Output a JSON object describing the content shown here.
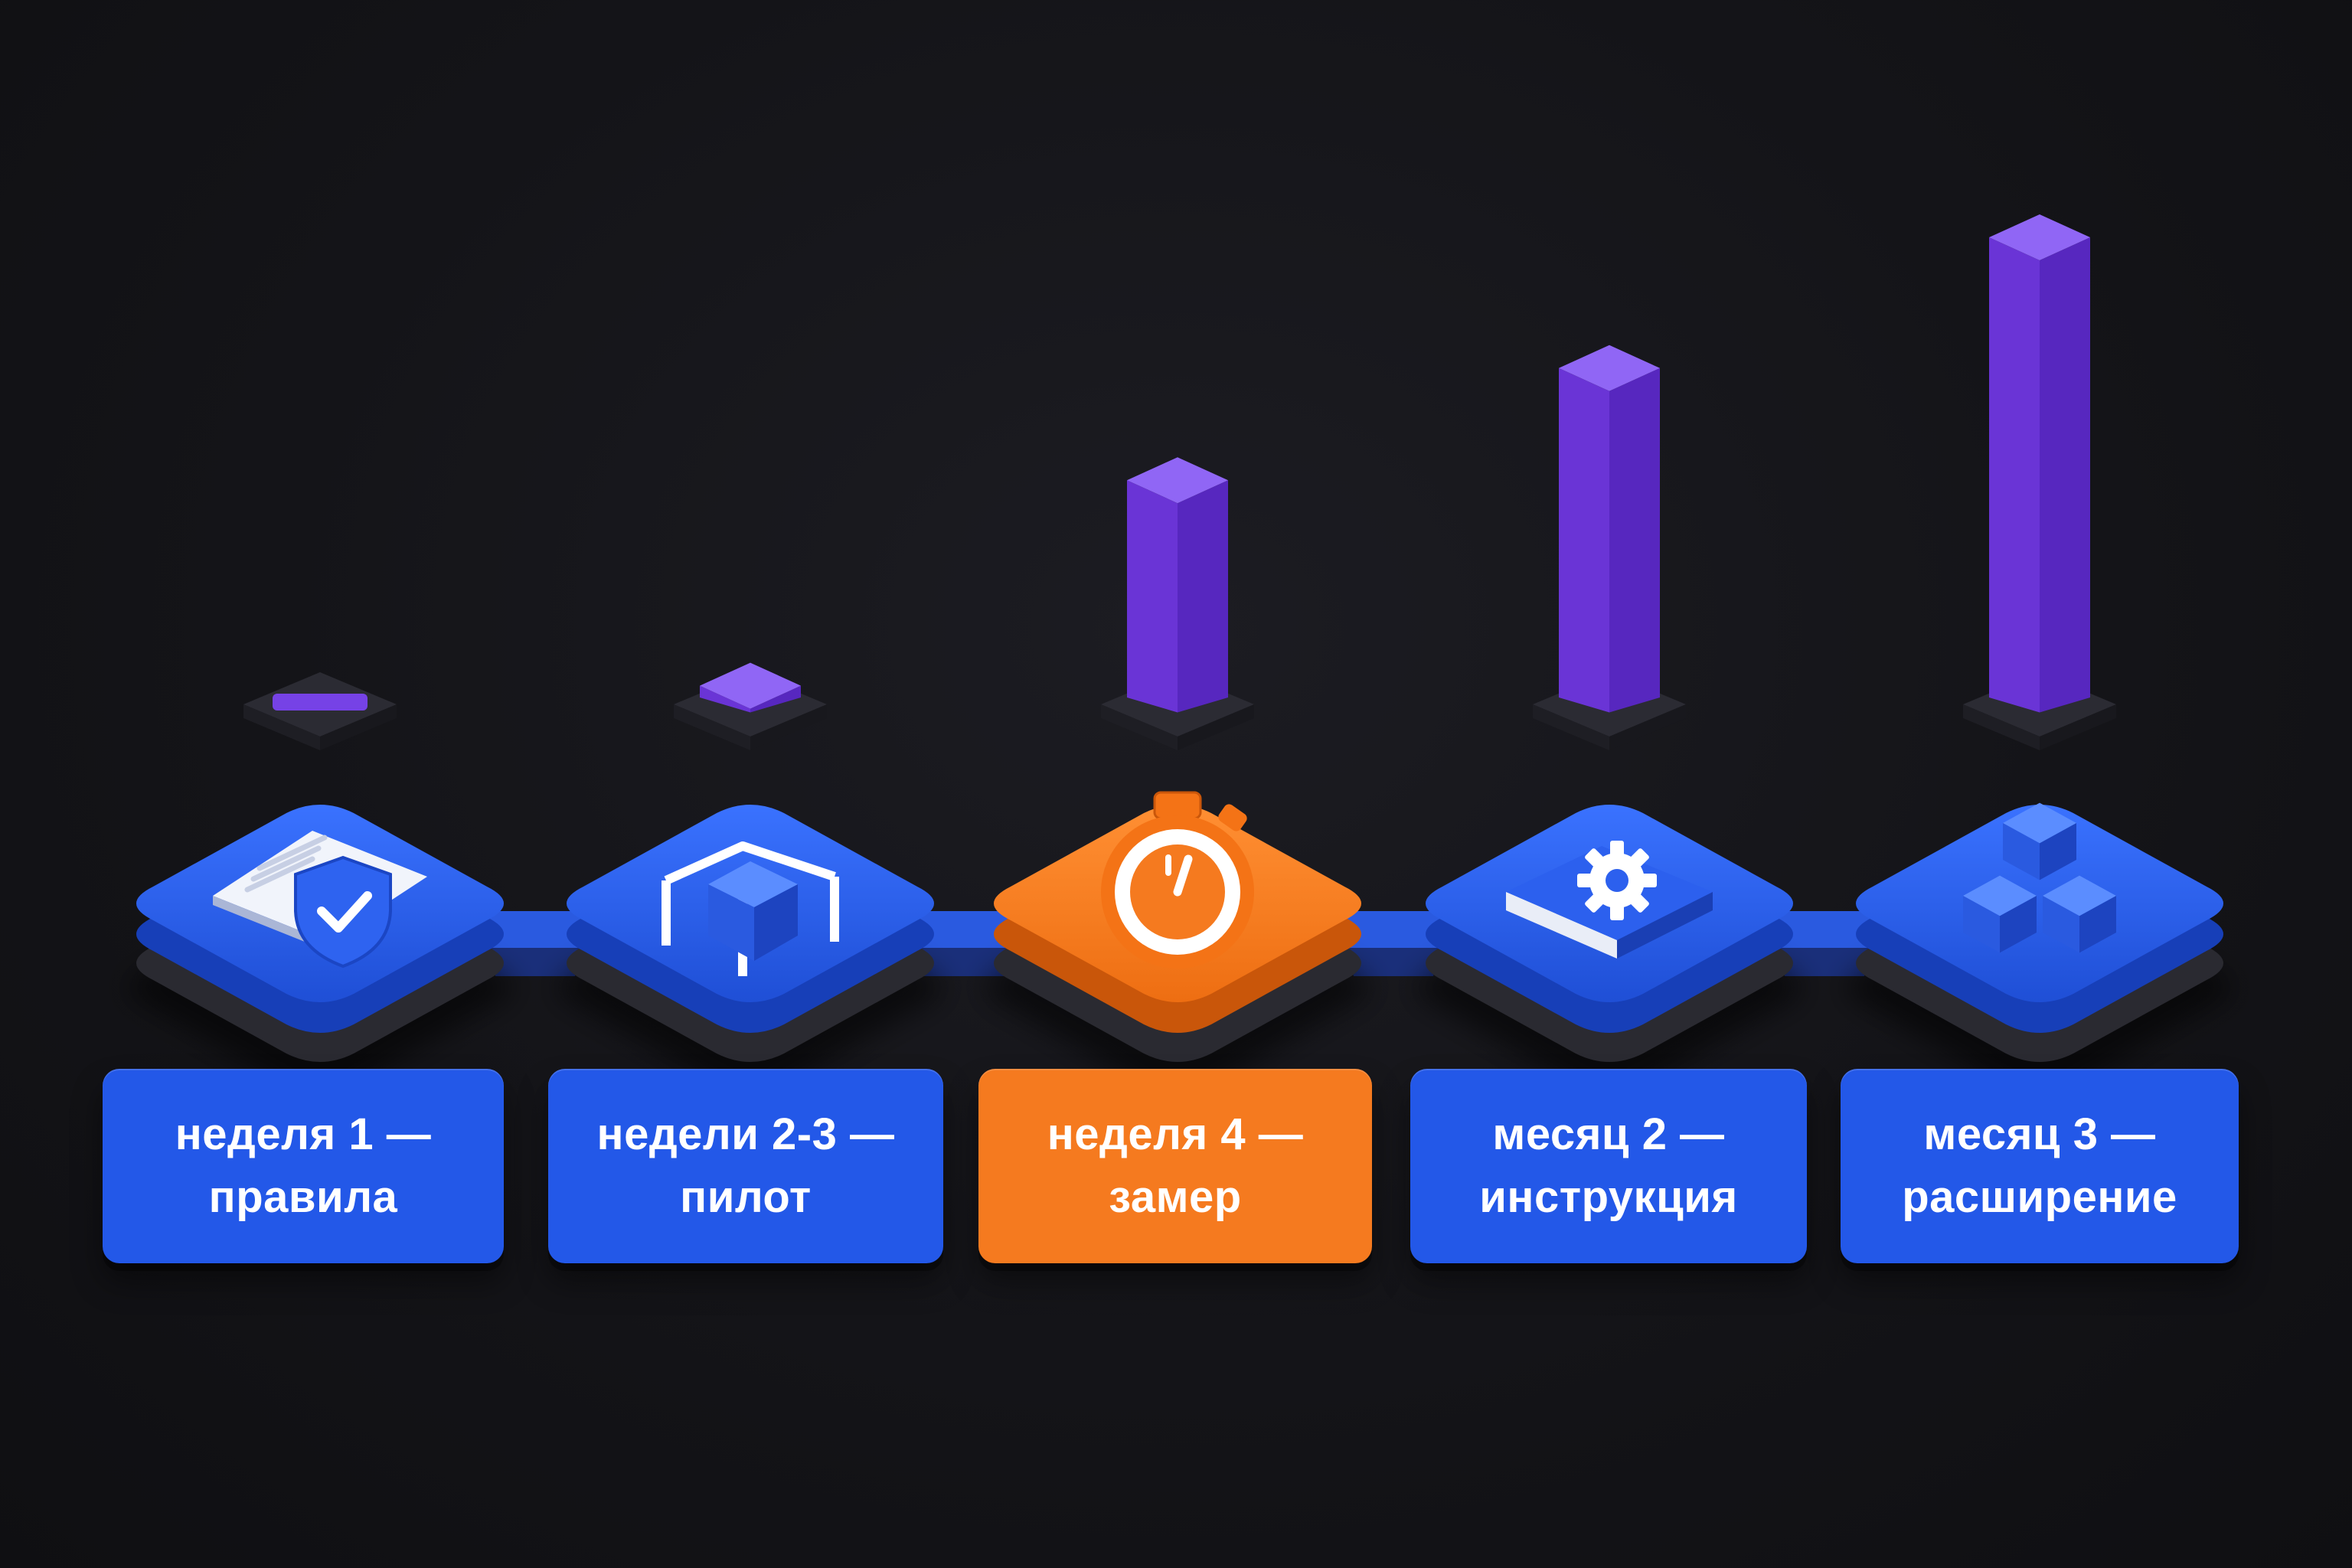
{
  "colors": {
    "background": "#141418",
    "step_blue": "#2358e8",
    "step_active_orange": "#f57a1f",
    "bar_purple": "#7642e6",
    "base_dark": "#2a2a31"
  },
  "steps": [
    {
      "label": "неделя 1 —\nправила",
      "icon": "shield-check-document-icon",
      "active": false,
      "bar_level": 0
    },
    {
      "label": "недели 2-3 —\nпилот",
      "icon": "framed-cube-icon",
      "active": false,
      "bar_level": 0.04
    },
    {
      "label": "неделя 4 —\nзамер",
      "icon": "stopwatch-icon",
      "active": true,
      "bar_level": 0.48
    },
    {
      "label": "месяц 2 —\nинструкция",
      "icon": "book-gear-icon",
      "active": false,
      "bar_level": 0.72
    },
    {
      "label": "месяц 3 —\nрасширение",
      "icon": "stacked-cubes-icon",
      "active": false,
      "bar_level": 1.0
    }
  ]
}
